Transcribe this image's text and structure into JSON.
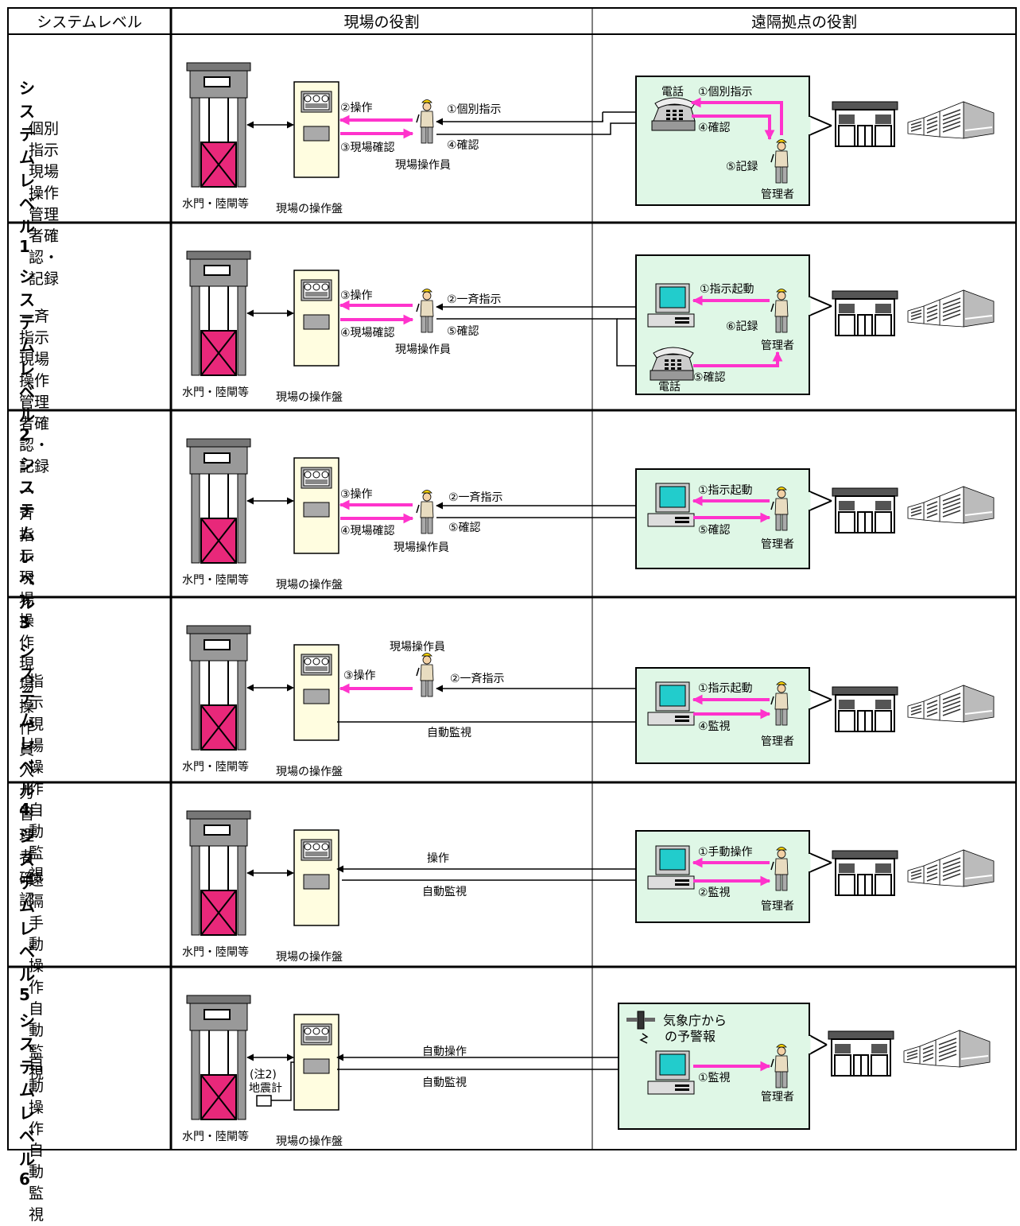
{
  "headers": {
    "level": "システムレベル",
    "field": "現場の役割",
    "remote": "遠隔拠点の役割"
  },
  "common": {
    "gate": "水門・陸閘等",
    "panel": "現場の操作盤",
    "worker": "現場操作員",
    "manager": "管理者",
    "phone": "電話"
  },
  "rows": [
    {
      "title": "システムレベル1",
      "desc": [
        "個別指示",
        "現場操作",
        "管理者確認・記録"
      ],
      "labels": {
        "op": "②操作",
        "check": "③現場確認",
        "instr": "①個別指示",
        "conf": "④確認",
        "r_instr": "①個別指示",
        "r_conf": "④確認",
        "record": "⑤記録"
      }
    },
    {
      "title": "システムレベル2",
      "desc": [
        "一斉指示",
        "現場操作",
        "管理者確認・記録"
      ],
      "labels": {
        "op": "③操作",
        "check": "④現場確認",
        "instr": "②一斉指示",
        "conf": "⑤確認",
        "start": "①指示起動",
        "record": "⑥記録",
        "r_conf": "⑤確認"
      }
    },
    {
      "title": "システムレベル3",
      "desc": [
        "一斉指示",
        "現場操作",
        "現場操作員入力",
        "管理者確認"
      ],
      "labels": {
        "op": "③操作",
        "check": "④現場確認",
        "instr": "②一斉指示",
        "conf": "⑤確認",
        "start": "①指示起動",
        "r_conf": "⑤確認"
      }
    },
    {
      "title": "システムレベル4",
      "desc": [
        "指示",
        "現場操作",
        "自動監視"
      ],
      "labels": {
        "op": "③操作",
        "instr": "②一斉指示",
        "auto_mon": "自動監視",
        "start": "①指示起動",
        "monitor": "④監視"
      }
    },
    {
      "title": "システムレベル5",
      "desc": [
        "遠隔手動操作",
        "自動監視"
      ],
      "labels": {
        "operation": "操作",
        "auto_mon": "自動監視",
        "manual": "①手動操作",
        "monitor": "②監視"
      }
    },
    {
      "title": "システムレベル6",
      "desc": [
        "自動操作",
        "自動監視"
      ],
      "labels": {
        "auto_op": "自動操作",
        "auto_mon": "自動監視",
        "jma": "気象庁から",
        "jma2": "の予警報",
        "monitor": "①監視",
        "note": "(注2)",
        "seismo": "地震計"
      }
    }
  ],
  "colors": {
    "arrow_magenta": "#ff33cc",
    "remote_bg": "#dff7e6",
    "panel_bg": "#fffde0",
    "gate_red": "#e8287a",
    "screen": "#22cccc"
  }
}
